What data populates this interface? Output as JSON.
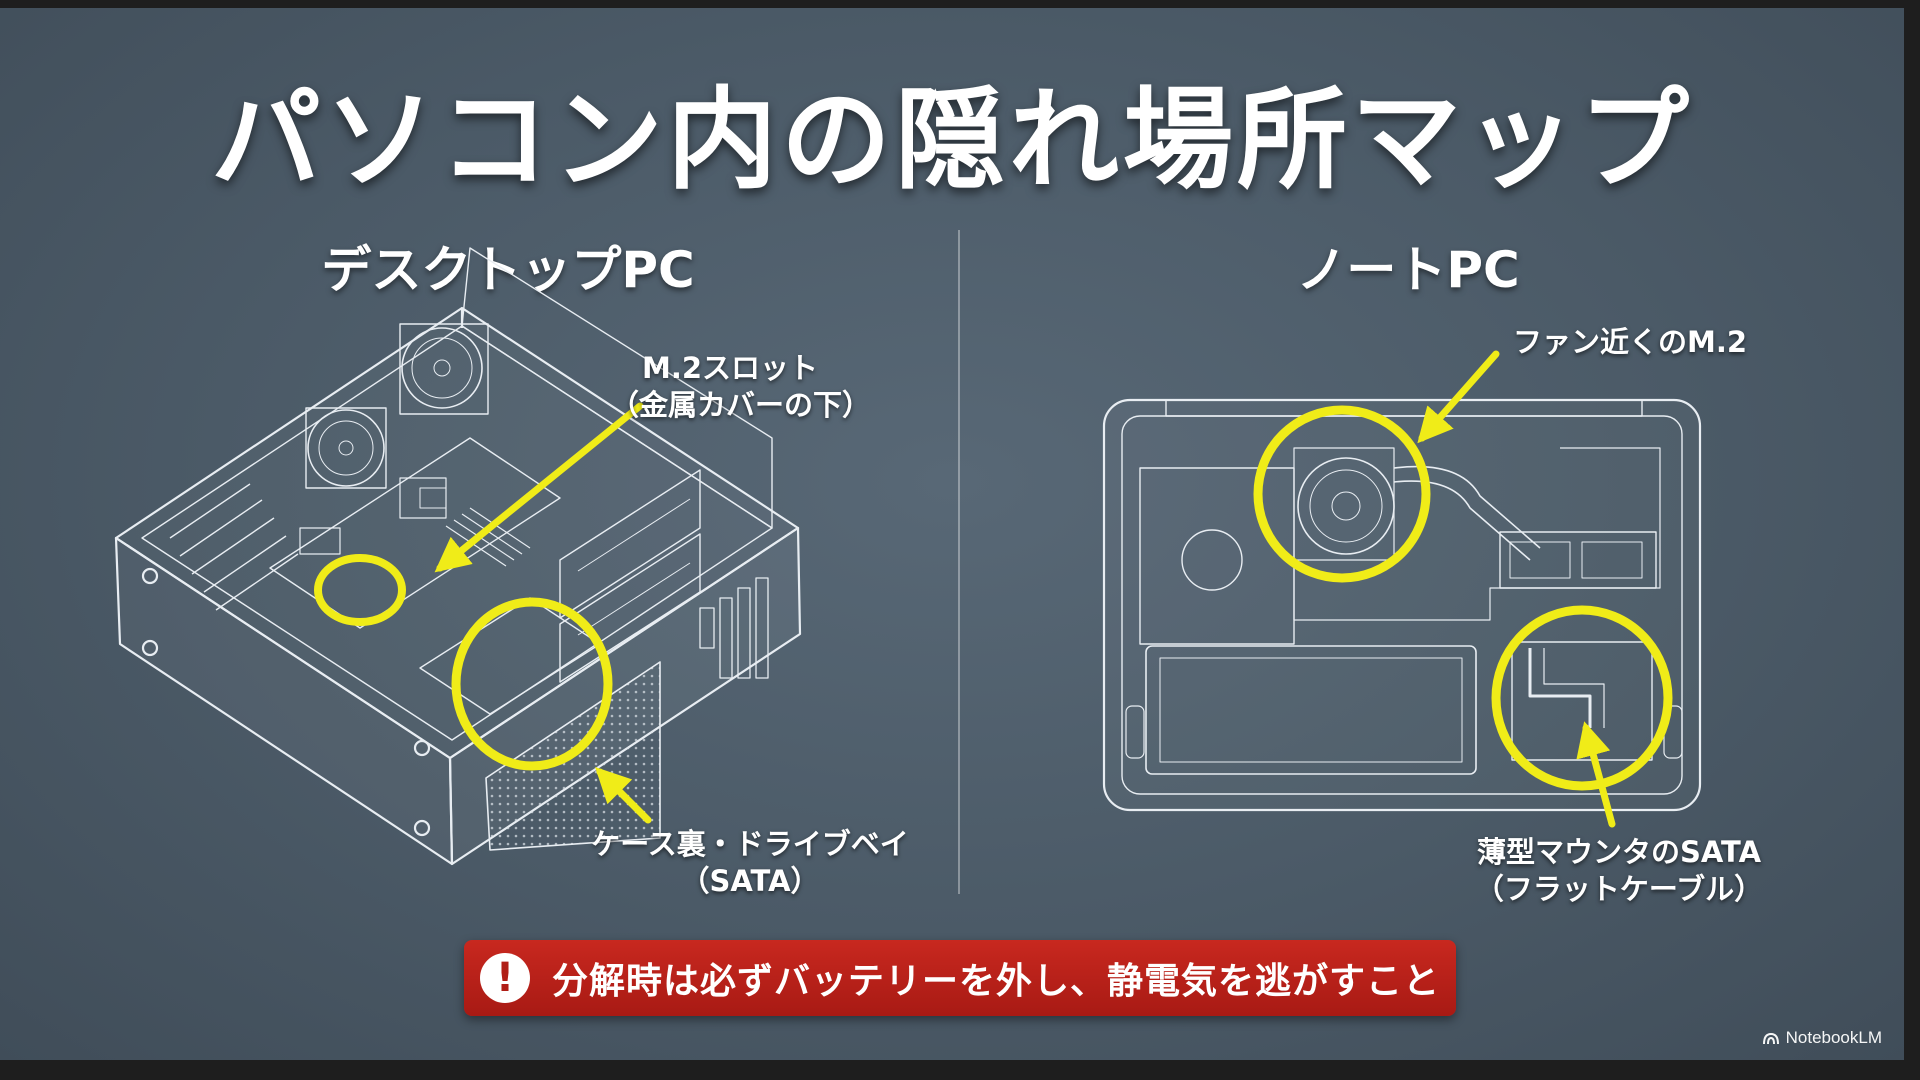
{
  "title": "パソコン内の隠れ場所マップ",
  "desktop": {
    "heading": "デスクトップPC",
    "m2_label": [
      "M.2スロット",
      "（金属カバーの下）"
    ],
    "sata_label": [
      "ケース裏・ドライブベイ",
      "（SATA）"
    ]
  },
  "laptop": {
    "heading": "ノートPC",
    "m2_label": [
      "ファン近くのM.2"
    ],
    "sata_label": [
      "薄型マウンタのSATA",
      "（フラットケーブル）"
    ]
  },
  "warning": {
    "icon": "exclamation-icon",
    "text": "分解時は必ずバッテリーを外し、静電気を逃がすこと"
  },
  "brand": "NotebookLM",
  "colors": {
    "highlight": "#f0ec18",
    "warning_bg": "#b8221a",
    "line_art": "#e8edf2"
  }
}
